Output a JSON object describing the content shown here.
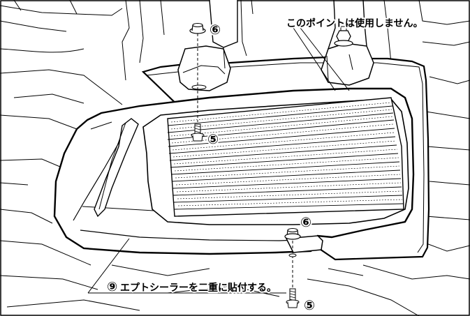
{
  "callouts": {
    "unused_point": "このポイントは使用しません。",
    "sealer": "エプトシーラーを二重に貼付する。"
  },
  "part_numbers": {
    "five": "⑤",
    "six": "⑥",
    "nine": "⑨"
  },
  "colors": {
    "line": "#000000",
    "background": "#ffffff"
  }
}
